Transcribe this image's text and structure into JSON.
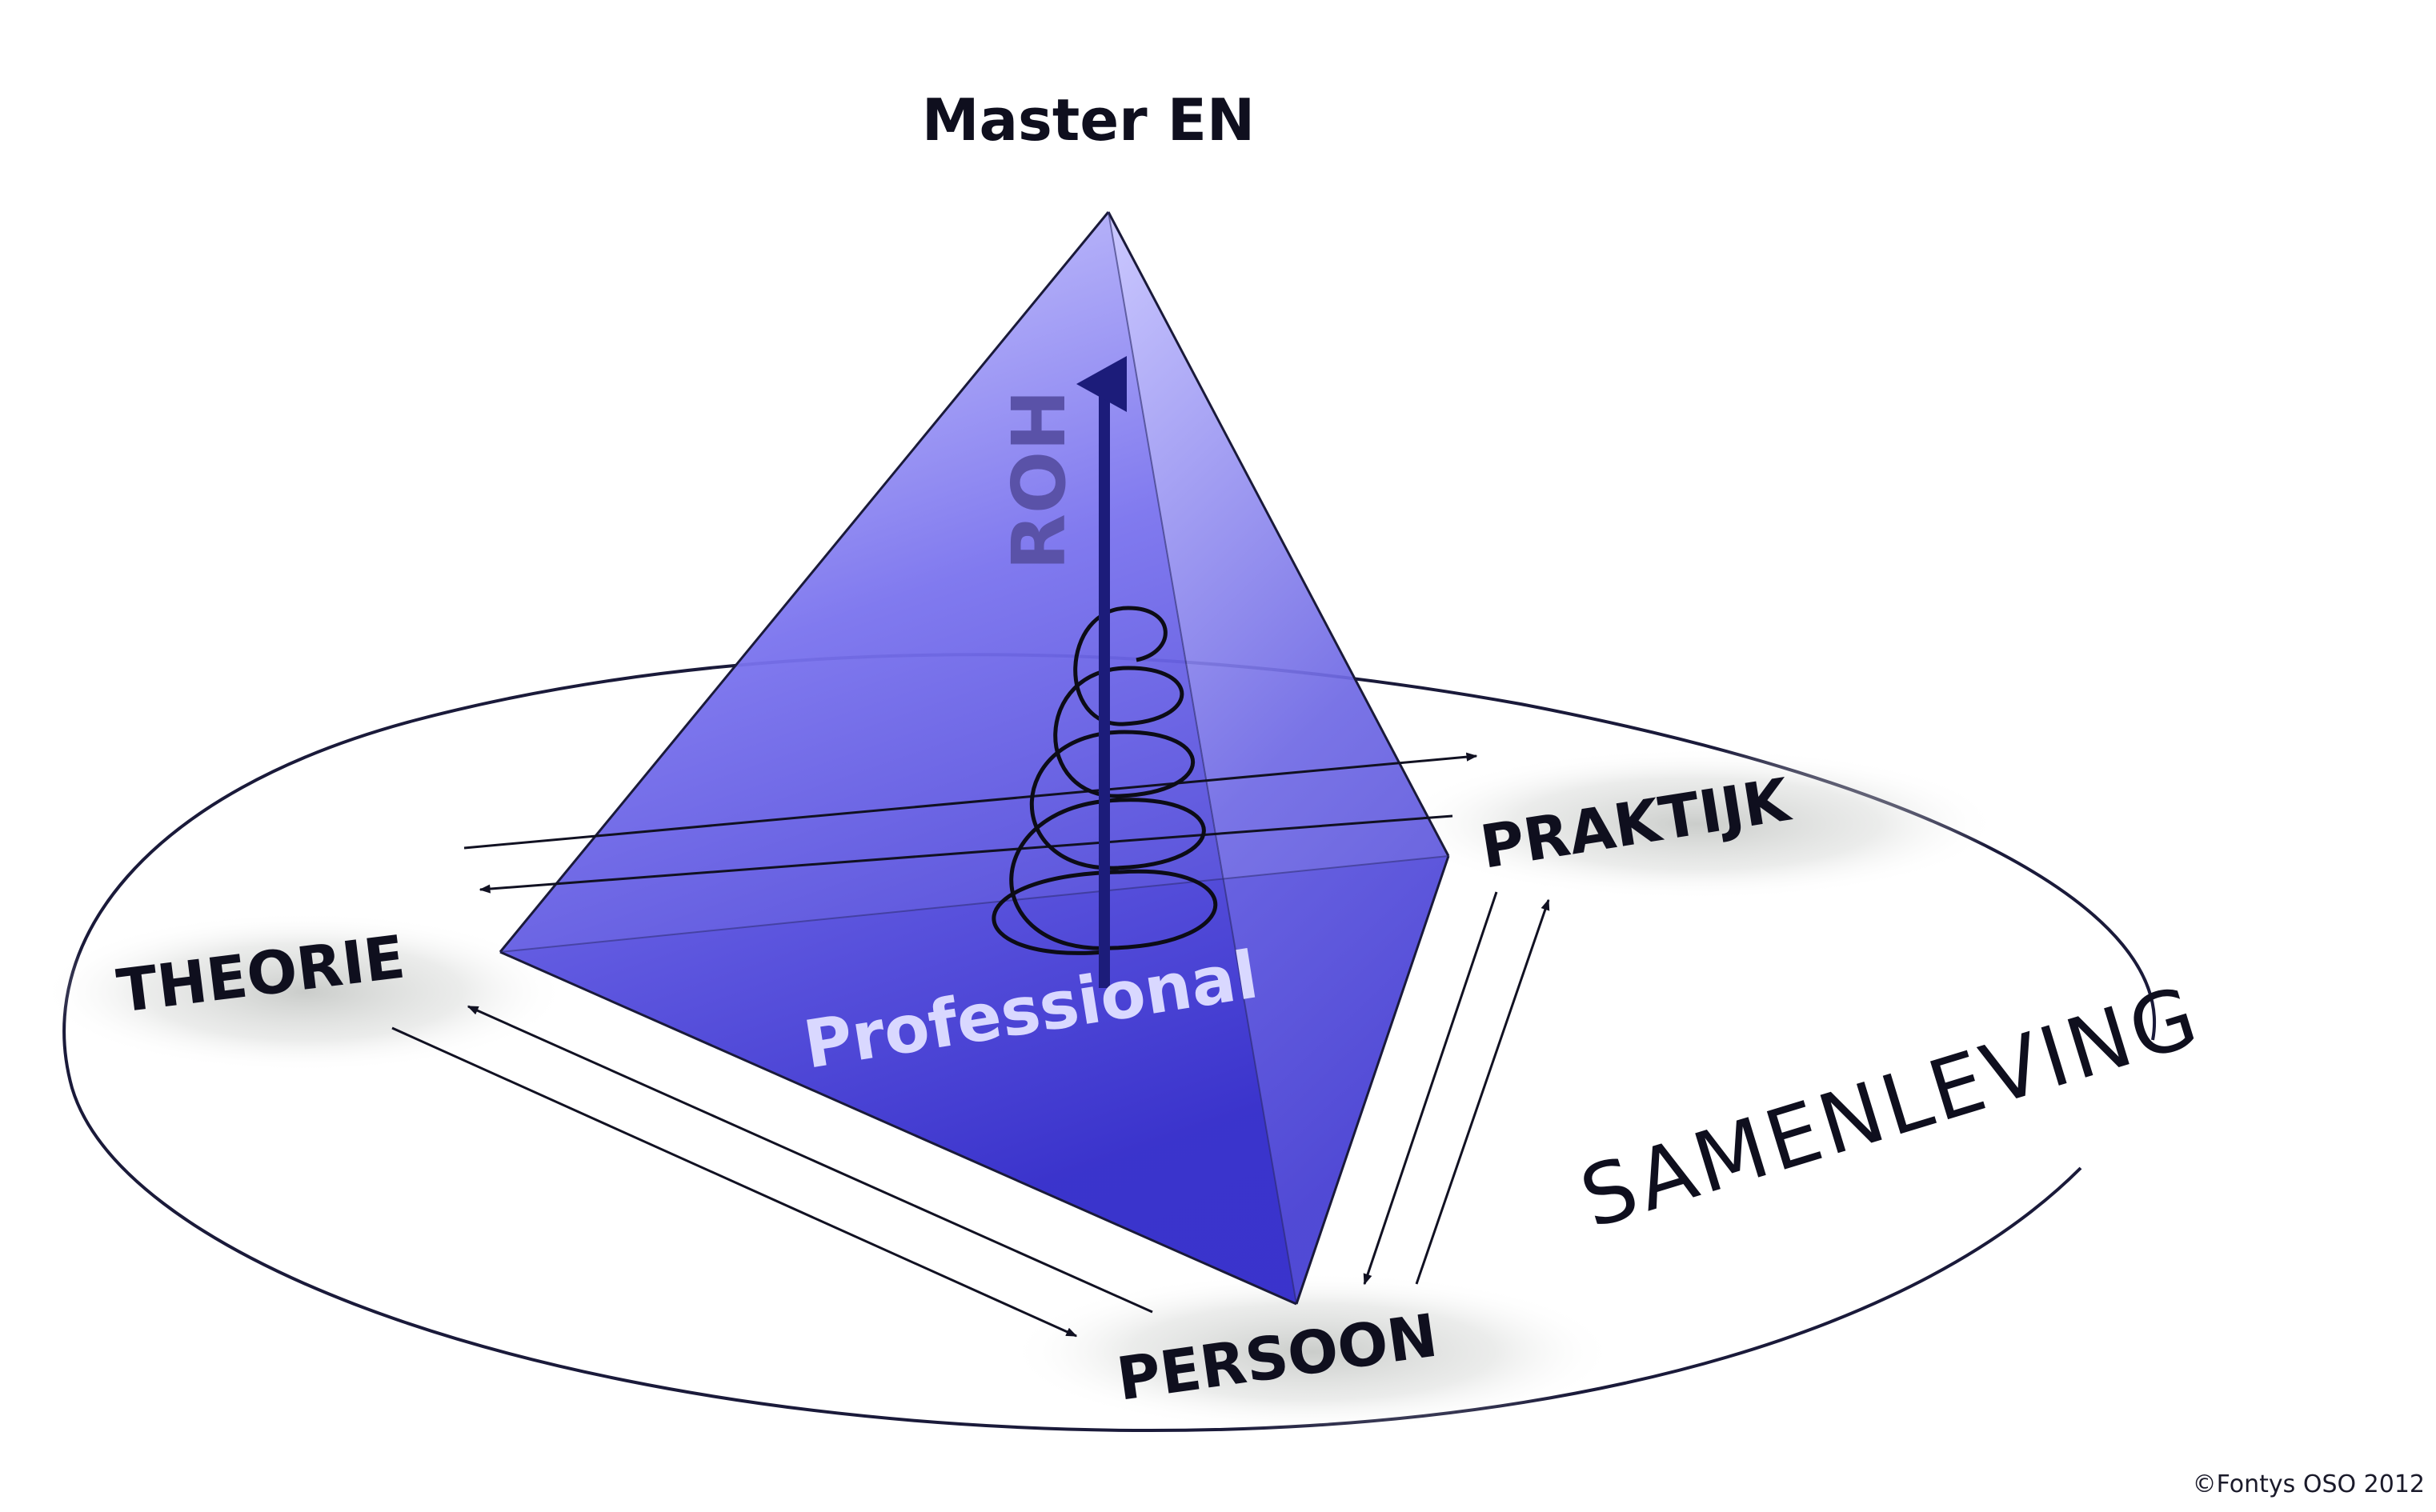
{
  "title": "Master EN",
  "vertical_axis_label": "ROH",
  "base_label": "Professional",
  "nodes": {
    "theorie": "THEORIE",
    "praktijk": "PRAKTIJK",
    "persoon": "PERSOON"
  },
  "context_label": "SAMENLEVING",
  "copyright": "©Fontys OSO 2012",
  "colors": {
    "pyramid_deep": "#3a33cc",
    "pyramid_light": "#b8b6ff",
    "outline": "#1a1a3a",
    "arrow": "#1c1c7a",
    "text": "#0f0f1e"
  }
}
